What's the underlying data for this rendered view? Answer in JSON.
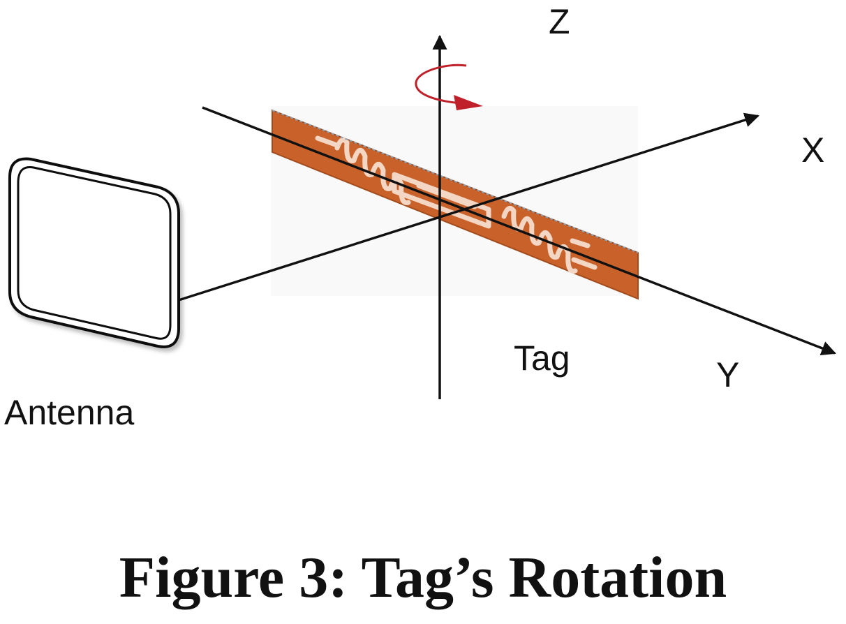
{
  "diagram": {
    "axes": {
      "x_label": "X",
      "y_label": "Y",
      "z_label": "Z"
    },
    "objects": {
      "antenna_label": "Antenna",
      "tag_label": "Tag"
    },
    "colors": {
      "tag_fill": "#c8622a",
      "tag_trace": "#f3d6c4",
      "rotation_arrow": "#c0202a",
      "line": "#111111"
    },
    "icons": {
      "rotation": "rotation-arrow-icon",
      "antenna": "antenna-panel-icon",
      "tag": "rfid-tag-icon"
    }
  },
  "caption": "Figure 3: Tag’s Rotation"
}
